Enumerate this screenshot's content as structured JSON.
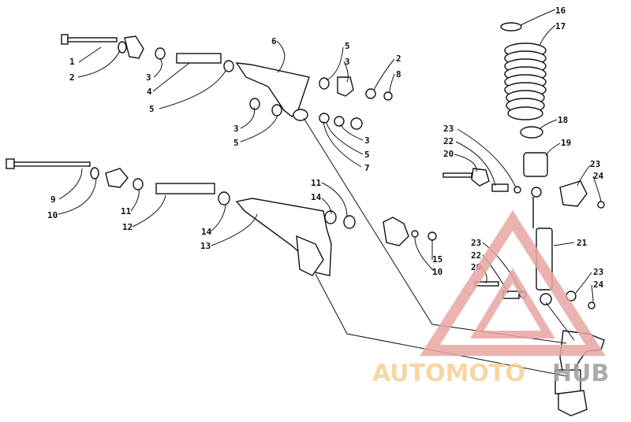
{
  "callouts": {
    "c1": "1",
    "c2a": "2",
    "c3a": "3",
    "c4": "4",
    "c5a": "5",
    "c6": "6",
    "c5b": "5",
    "c3b": "3",
    "c2b": "2",
    "c8": "8",
    "c3c": "3",
    "c5c": "5",
    "c5d": "5",
    "c3d": "3",
    "c7": "7",
    "c16": "16",
    "c17": "17",
    "c18": "18",
    "c19": "19",
    "c23a": "23",
    "c22a": "22",
    "c20a": "20",
    "c23b": "23",
    "c24a": "24",
    "c9": "9",
    "c10a": "10",
    "c11a": "11",
    "c12": "12",
    "c11b": "11",
    "c14a": "14",
    "c14b": "14",
    "c13": "13",
    "c15": "15",
    "c10b": "10",
    "c21": "21",
    "c23c": "23",
    "c22b": "22",
    "c20b": "20",
    "c23d": "23",
    "c24b": "24"
  },
  "watermark": {
    "text_a": "AUTOMOTO",
    "text_b": "HUB",
    "color_primary": "#e8a6a3",
    "color_secondary": "#f5cf95",
    "color_tertiary": "#9e9e9e"
  }
}
